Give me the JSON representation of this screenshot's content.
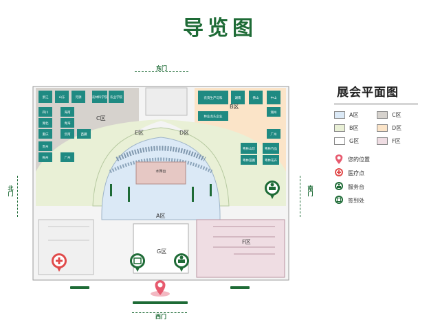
{
  "title": "导览图",
  "gates": {
    "east": "东门",
    "west": "西门",
    "north": "北门",
    "south": "南门"
  },
  "zones": {
    "a": "A区",
    "b": "B区",
    "c": "C区",
    "d": "D区",
    "e": "E区",
    "f": "F区",
    "g": "G区"
  },
  "stage": "水舞台",
  "legend": {
    "title": "展会平面图",
    "zones": [
      {
        "label": "A区",
        "color": "#dbe9f6"
      },
      {
        "label": "C区",
        "color": "#d6d2cd"
      },
      {
        "label": "B区",
        "color": "#e9f0d6"
      },
      {
        "label": "D区",
        "color": "#fbe4c8"
      },
      {
        "label": "G区",
        "color": "#ffffff"
      },
      {
        "label": "F区",
        "color": "#efdde3"
      }
    ],
    "icons": [
      {
        "label": "您的位置",
        "icon": "location-pin-icon"
      },
      {
        "label": "医疗点",
        "icon": "medical-icon"
      },
      {
        "label": "服务台",
        "icon": "service-desk-icon"
      },
      {
        "label": "签到处",
        "icon": "checkin-icon"
      }
    ]
  },
  "booths_c": [
    "浙江",
    "山东",
    "河源",
    "农林科学院",
    "农业学院",
    "四川",
    "海南",
    "湖北",
    "青海",
    "重庆",
    "云南",
    "西藏",
    "贵州",
    "梅州",
    "广州"
  ],
  "booths_b": [
    "农资生产与科技信息应用展区",
    "湖南",
    "佛山",
    "中山",
    "林业龙头企业",
    "湖州",
    "广州",
    "粤林山珍",
    "粤林竹品",
    "粤林苗圃",
    "粤林花卉"
  ],
  "colors": {
    "brand_green": "#1e6b36",
    "zone_a": "#dbe9f6",
    "zone_b": "#e9f0d6",
    "zone_c": "#d6d2cd",
    "zone_d": "#fbe4c8",
    "zone_f": "#efdde3",
    "booth_teal": "#1f8a82",
    "medical_red": "#e04a4a",
    "you_are_here": "#e75a6e"
  }
}
